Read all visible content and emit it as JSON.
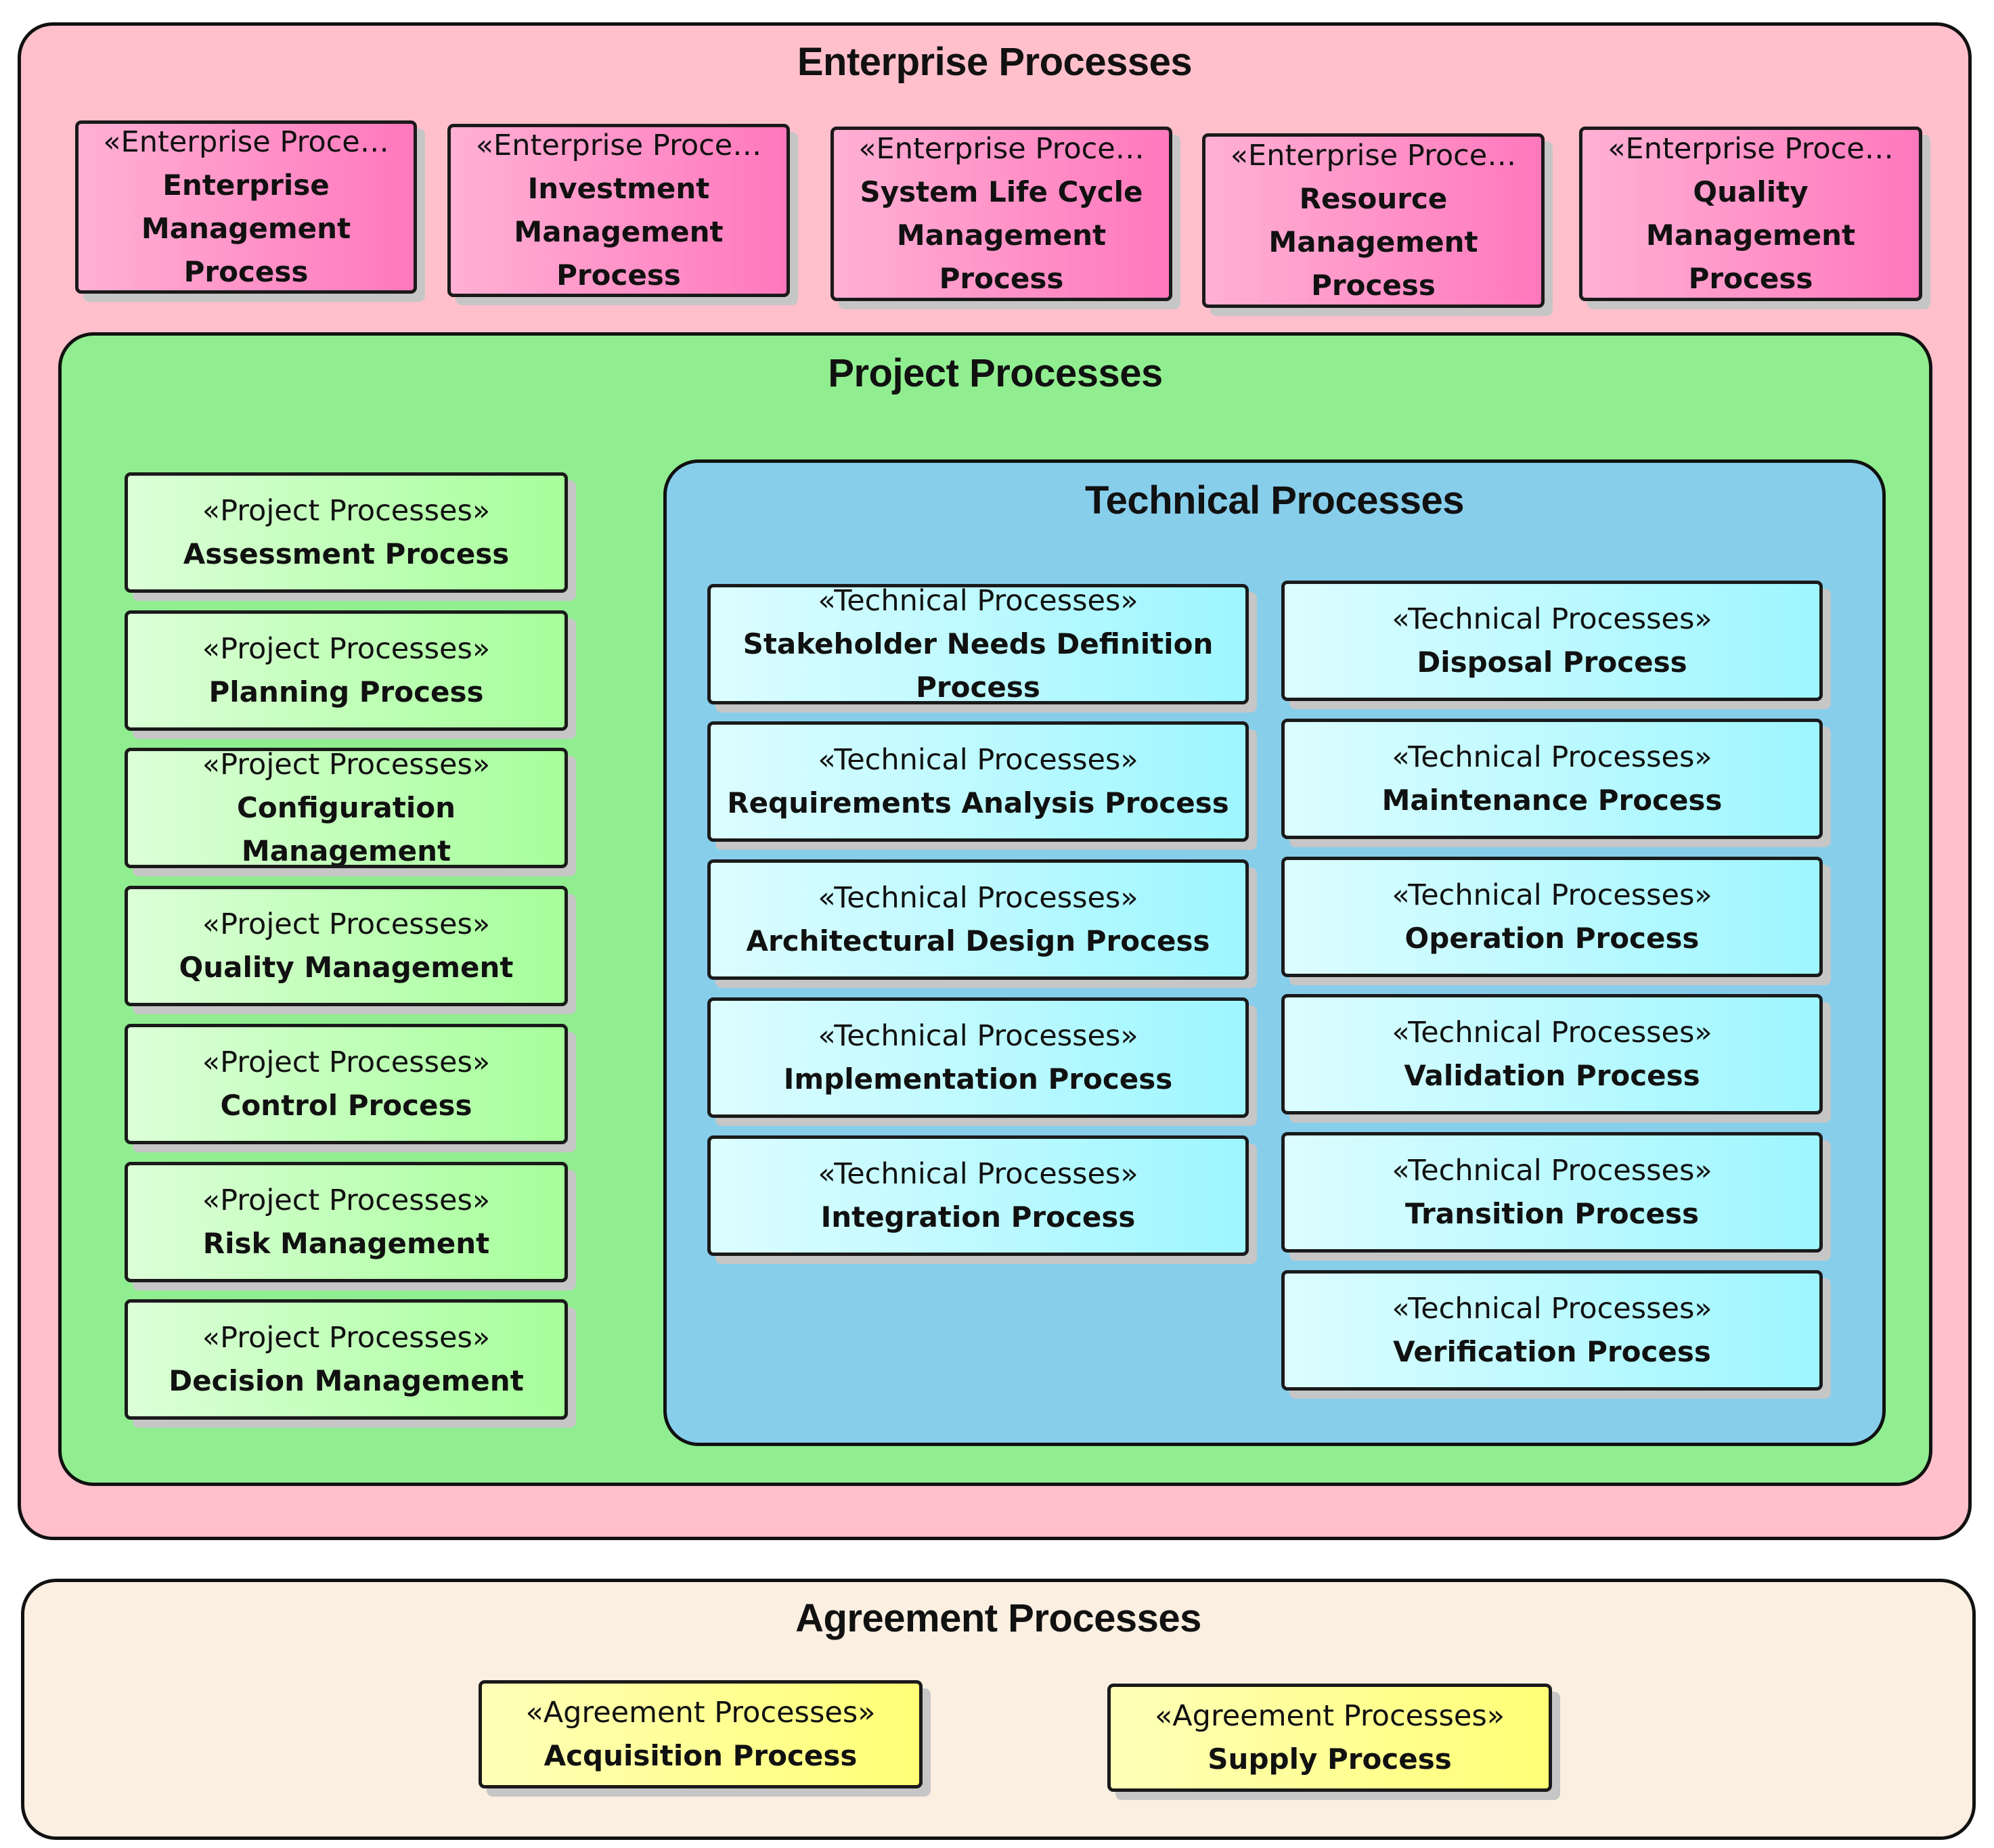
{
  "enterprise": {
    "title": "Enterprise Processes",
    "processes": [
      {
        "stereotype": "«Enterprise Proce…",
        "name": "Enterprise Management Process"
      },
      {
        "stereotype": "«Enterprise Proce…",
        "name": "Investment Management Process"
      },
      {
        "stereotype": "«Enterprise Proce…",
        "name": "System Life Cycle Management Process"
      },
      {
        "stereotype": "«Enterprise Proce…",
        "name": "Resource Management Process"
      },
      {
        "stereotype": "«Enterprise Proce…",
        "name": "Quality Management Process"
      }
    ]
  },
  "project": {
    "title": "Project Processes",
    "processes": [
      {
        "stereotype": "«Project Processes»",
        "name": "Assessment Process"
      },
      {
        "stereotype": "«Project Processes»",
        "name": "Planning Process"
      },
      {
        "stereotype": "«Project Processes»",
        "name": "Configuration Management"
      },
      {
        "stereotype": "«Project Processes»",
        "name": "Quality Management"
      },
      {
        "stereotype": "«Project Processes»",
        "name": "Control Process"
      },
      {
        "stereotype": "«Project Processes»",
        "name": "Risk Management"
      },
      {
        "stereotype": "«Project Processes»",
        "name": "Decision Management"
      }
    ]
  },
  "technical": {
    "title": "Technical Processes",
    "left_processes": [
      {
        "stereotype": "«Technical Processes»",
        "name": "Stakeholder Needs Definition Process"
      },
      {
        "stereotype": "«Technical Processes»",
        "name": "Requirements Analysis Process"
      },
      {
        "stereotype": "«Technical Processes»",
        "name": "Architectural Design Process"
      },
      {
        "stereotype": "«Technical Processes»",
        "name": "Implementation Process"
      },
      {
        "stereotype": "«Technical Processes»",
        "name": "Integration Process"
      }
    ],
    "right_processes": [
      {
        "stereotype": "«Technical Processes»",
        "name": "Disposal Process"
      },
      {
        "stereotype": "«Technical Processes»",
        "name": "Maintenance Process"
      },
      {
        "stereotype": "«Technical Processes»",
        "name": "Operation Process"
      },
      {
        "stereotype": "«Technical Processes»",
        "name": "Validation Process"
      },
      {
        "stereotype": "«Technical Processes»",
        "name": "Transition Process"
      },
      {
        "stereotype": "«Technical Processes»",
        "name": "Verification Process"
      }
    ]
  },
  "agreement": {
    "title": "Agreement Processes",
    "processes": [
      {
        "stereotype": "«Agreement Processes»",
        "name": "Acquisition Process"
      },
      {
        "stereotype": "«Agreement Processes»",
        "name": "Supply Process"
      }
    ]
  },
  "colors": {
    "enterprise_group": "#ffc0cb",
    "project_group": "#90ee90",
    "technical_group": "#87ceeb",
    "agreement_group": "#faefe1"
  }
}
